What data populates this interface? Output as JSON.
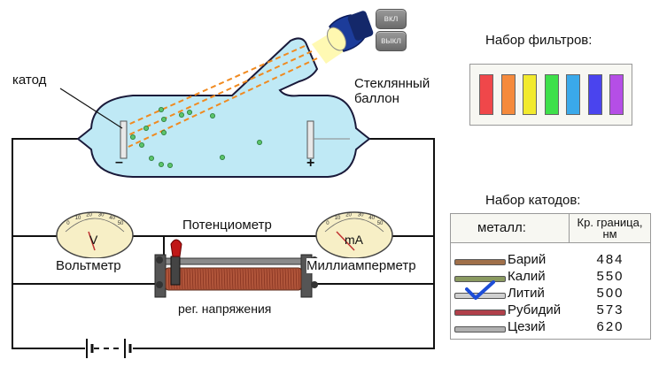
{
  "apparatus": {
    "cathode_label": "катод",
    "bulb_label_line1": "Стеклянный",
    "bulb_label_line2": "баллон",
    "minus_sign": "–",
    "plus_sign": "+",
    "potentiometer_label": "Потенциометр",
    "voltmeter_label": "Вольтметр",
    "voltmeter_unit": "V",
    "milliammeter_label": "Миллиамперметр",
    "milliammeter_unit": "mA",
    "meter_scale": [
      "0",
      "10",
      "20",
      "30",
      "40",
      "50"
    ],
    "regulator_label": "рег. напряжения"
  },
  "lamp": {
    "on_label": "вкл",
    "off_label": "выкл"
  },
  "filters": {
    "title": "Набор фильтров:",
    "colors": [
      "#f0474a",
      "#f58a3c",
      "#f2ea2e",
      "#3ee04a",
      "#3aa9ea",
      "#4a44ee",
      "#b54ee6"
    ]
  },
  "cathodes": {
    "title": "Набор катодов:",
    "col_metal": "металл:",
    "col_border_line1": "Кр. граница,",
    "col_border_line2": "нм",
    "selected_index": 2,
    "rows": [
      {
        "name": "Барий",
        "value": "484",
        "color": "#a0704a"
      },
      {
        "name": "Калий",
        "value": "550",
        "color": "#8a9a60"
      },
      {
        "name": "Литий",
        "value": "500",
        "color": "#d0d0d0"
      },
      {
        "name": "Рубидий",
        "value": "573",
        "color": "#b0404a"
      },
      {
        "name": "Цезий",
        "value": "620",
        "color": "#b0b0b0"
      }
    ]
  }
}
